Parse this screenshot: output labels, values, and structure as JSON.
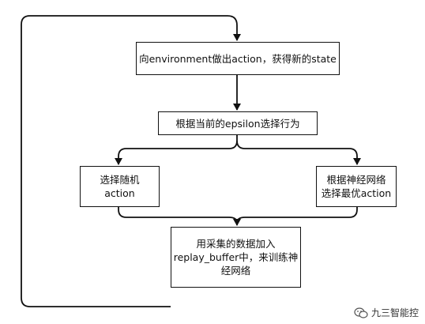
{
  "nodes": {
    "act": {
      "lines": [
        "向environment做出action，获得新的state"
      ]
    },
    "choose": {
      "lines": [
        "根据当前的epsilon选择行为"
      ]
    },
    "random": {
      "lines": [
        "选择随机",
        "action"
      ]
    },
    "best": {
      "lines": [
        "根据神经网络",
        "选择最优action"
      ]
    },
    "train": {
      "lines": [
        "用采集的数据加入",
        "replay_buffer中，来训练神",
        "经网络"
      ]
    }
  },
  "watermark": {
    "text": "九三智能控"
  }
}
